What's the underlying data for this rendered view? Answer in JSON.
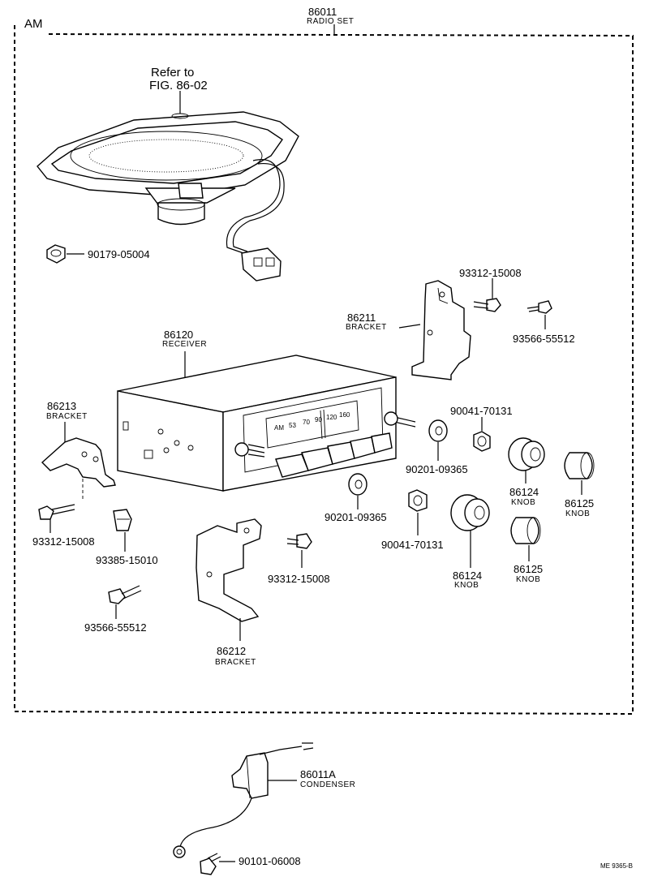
{
  "header": {
    "section": "AM",
    "part_no": "86011",
    "part_name": "RADIO SET"
  },
  "speaker": {
    "ref_line1": "Refer to",
    "ref_line2": "FIG. 86-02"
  },
  "parts": {
    "p90179": "90179-05004",
    "p93312_top": "93312-15008",
    "p86211": "86211",
    "p86211_name": "BRACKET",
    "p93566_top": "93566-55512",
    "p86120": "86120",
    "p86120_name": "RECEIVER",
    "p86213": "86213",
    "p86213_name": "BRACKET",
    "p90041_top": "90041-70131",
    "p90201_top": "90201-09365",
    "p86124_top": "86124",
    "p86124_top_name": "KNOB",
    "p86125_top": "86125",
    "p86125_top_name": "KNOB",
    "p90201_bot": "90201-09365",
    "p90041_bot": "90041-70131",
    "p93312_left": "93312-15008",
    "p93385": "93385-15010",
    "p93312_mid": "93312-15008",
    "p86124_bot": "86124",
    "p86124_bot_name": "KNOB",
    "p86125_bot": "86125",
    "p86125_bot_name": "KNOB",
    "p93566_left": "93566-55512",
    "p86212": "86212",
    "p86212_name": "BRACKET",
    "p86011A": "86011A",
    "p86011A_name": "CONDENSER",
    "p90101": "90101-06008"
  },
  "dial": {
    "band": "AM",
    "marks": [
      "53",
      "70",
      "90",
      "120",
      "160"
    ]
  },
  "footer": {
    "code": "ME  9365-B"
  }
}
